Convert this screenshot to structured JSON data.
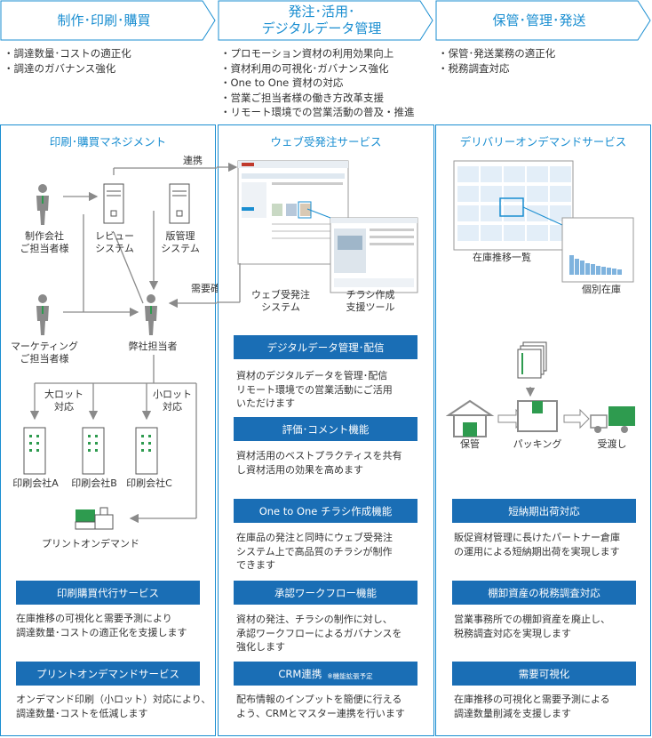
{
  "headers": [
    {
      "title": "制作･印刷･購買"
    },
    {
      "title_line1": "発注･活用･",
      "title_line2": "デジタルデータ管理"
    },
    {
      "title": "保管･管理･発送"
    }
  ],
  "bullets": {
    "col1": [
      "・調達数量･コストの適正化",
      "・調達のガバナンス強化"
    ],
    "col2": [
      "・プロモーション資材の利用効果向上",
      "・資材利用の可視化･ガバナンス強化",
      "・One to One 資材の対応",
      "・営業ご担当者様の働き方改革支援",
      "・リモート環境での営業活動の普及・推進"
    ],
    "col3": [
      "・保管･発送業務の適正化",
      "・税務調査対応"
    ]
  },
  "col1": {
    "title": "印刷･購買マネジメント",
    "nodes": {
      "seisaku_l1": "制作会社",
      "seisaku_l2": "ご担当者様",
      "review_l1": "レビュー",
      "review_l2": "システム",
      "hanban_l1": "版管理",
      "hanban_l2": "システム",
      "marketing_l1": "マーケティング",
      "marketing_l2": "ご担当者様",
      "heisha": "弊社担当者",
      "large_l1": "大ロット",
      "large_l2": "対応",
      "small_l1": "小ロット",
      "small_l2": "対応",
      "printA": "印刷会社A",
      "printB": "印刷会社B",
      "printC": "印刷会社C",
      "pod": "プリントオンデマンド"
    },
    "services": [
      {
        "name": "印刷購買代行サービス",
        "desc": [
          "在庫推移の可視化と需要予測により",
          "調達数量･コストの適正化を支援します"
        ]
      },
      {
        "name": "プリントオンデマンドサービス",
        "desc": [
          "オンデマンド印刷（小ロット）対応により、",
          "調達数量･コストを低減します"
        ]
      }
    ]
  },
  "links": {
    "renkei": "連携",
    "juyou": "需要確認"
  },
  "col2": {
    "title": "ウェブ受発注サービス",
    "web_l1": "ウェブ受発注",
    "web_l2": "システム",
    "tool_l1": "チラシ作成",
    "tool_l2": "支援ツール",
    "features": [
      {
        "name": "デジタルデータ管理･配信",
        "desc": [
          "資材のデジタルデータを管理･配信",
          "リモート環境での営業活動にご活用",
          "いただけます"
        ]
      },
      {
        "name": "評価･コメント機能",
        "desc": [
          "資材活用のベストプラクティスを共有",
          "し資材活用の効果を高めます"
        ]
      },
      {
        "name": "One to One チラシ作成機能",
        "desc": [
          "在庫品の発注と同時にウェブ受発注",
          "システム上で高品質のチラシが制作",
          "できます"
        ]
      },
      {
        "name": "承認ワークフロー機能",
        "desc": [
          "資材の発注、チラシの制作に対し、",
          "承認ワークフローによるガバナンスを",
          "強化します"
        ]
      },
      {
        "name": "CRM連携",
        "note": "※機能拡張予定",
        "desc": [
          "配布情報のインプットを簡便に行える",
          "よう、CRMとマスター連携を行います"
        ]
      }
    ]
  },
  "col3": {
    "title": "デリバリーオンデマンドサービス",
    "inventory_list": "在庫推移一覧",
    "inventory_item": "個別在庫",
    "hokan": "保管",
    "packing": "パッキング",
    "ukewatashi": "受渡し",
    "services": [
      {
        "name": "短納期出荷対応",
        "desc": [
          "販促資材管理に長けたパートナー倉庫",
          "の運用による短納期出荷を実現します"
        ]
      },
      {
        "name": "棚卸資産の税務調査対応",
        "desc": [
          "営業事務所での棚卸資産を廃止し、",
          "税務調査対応を実現します"
        ]
      },
      {
        "name": "需要可視化",
        "desc": [
          "在庫推移の可視化と需要予測による",
          "調達数量削減を支援します"
        ]
      }
    ]
  },
  "colors": {
    "accent": "#1a8ed1",
    "bar": "#1a6eb5",
    "green": "#2e9b4f",
    "gray": "#8a8a8a"
  }
}
